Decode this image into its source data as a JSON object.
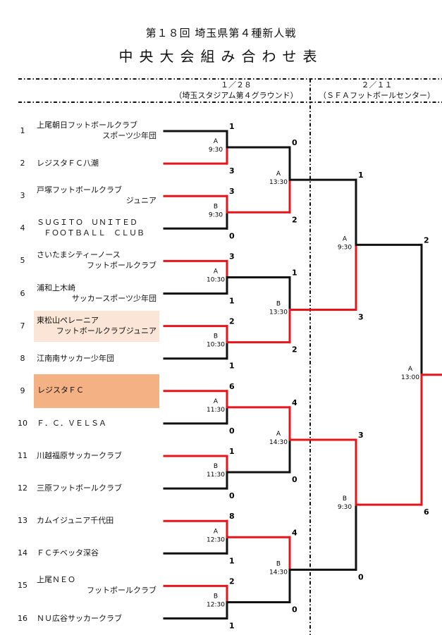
{
  "header": {
    "title": "第１８回 埼玉県第４種新人戦",
    "subtitle": "中央大会組み合わせ表",
    "day1": {
      "date": "１／２８",
      "venue": "（埼玉スタジアム第４グラウンド）"
    },
    "day2": {
      "date": "２／１１",
      "venue": "（ＳＦＡフットボールセンター）"
    }
  },
  "teams": [
    {
      "no": "1",
      "line1": "上尾朝日フットボールクラブ",
      "line2": "スポーツ少年団"
    },
    {
      "no": "2",
      "line1": "レジスタＦＣ八潮",
      "line2": ""
    },
    {
      "no": "3",
      "line1": "戸塚フットボールクラブ",
      "line2": "ジュニア"
    },
    {
      "no": "4",
      "line1": "ＳＵＧＩＴＯ　ＵＮＩＴＥＤ",
      "line2": "ＦＯＯＴＢＡＬＬ　ＣＬＵＢ"
    },
    {
      "no": "5",
      "line1": "さいたまシティーノース",
      "line2": "フットボールクラブ"
    },
    {
      "no": "6",
      "line1": "浦和上木崎",
      "line2": "サッカースポーツ少年団"
    },
    {
      "no": "7",
      "line1": "東松山ペレーニア",
      "line2": "フットボールクラブジュニア"
    },
    {
      "no": "8",
      "line1": "江南南サッカー少年団",
      "line2": ""
    },
    {
      "no": "9",
      "line1": "レジスタＦＣ",
      "line2": ""
    },
    {
      "no": "10",
      "line1": "Ｆ．Ｃ．ＶＥＬＳＡ",
      "line2": ""
    },
    {
      "no": "11",
      "line1": "川越福原サッカークラブ",
      "line2": ""
    },
    {
      "no": "12",
      "line1": "三原フットボールクラブ",
      "line2": ""
    },
    {
      "no": "13",
      "line1": "カムイジュニア千代田",
      "line2": ""
    },
    {
      "no": "14",
      "line1": "ＦＣチベッタ深谷",
      "line2": ""
    },
    {
      "no": "15",
      "line1": "上尾ＮＥＯ",
      "line2": "フットボールクラブ"
    },
    {
      "no": "16",
      "line1": "ＮＵ広谷サッカークラブ",
      "line2": ""
    }
  ],
  "round1": [
    {
      "court": "A",
      "time": "9:30",
      "top": "1",
      "bottom": "3",
      "winner": "bottom"
    },
    {
      "court": "B",
      "time": "9:30",
      "top": "3",
      "bottom": "0",
      "winner": "top"
    },
    {
      "court": "A",
      "time": "10:30",
      "top": "3",
      "bottom": "1",
      "winner": "top"
    },
    {
      "court": "B",
      "time": "10:30",
      "top": "2",
      "bottom": "1",
      "winner": "top"
    },
    {
      "court": "A",
      "time": "11:30",
      "top": "6",
      "bottom": "0",
      "winner": "top"
    },
    {
      "court": "B",
      "time": "11:30",
      "top": "1",
      "bottom": "0",
      "winner": "top"
    },
    {
      "court": "A",
      "time": "12:30",
      "top": "8",
      "bottom": "1",
      "winner": "top"
    },
    {
      "court": "B",
      "time": "12:30",
      "top": "2",
      "bottom": "1",
      "winner": "top"
    }
  ],
  "round2": [
    {
      "court": "A",
      "time": "13:30",
      "top": "0",
      "bottom": "2",
      "winner": "bottom"
    },
    {
      "court": "B",
      "time": "13:30",
      "top": "1",
      "bottom": "2",
      "winner": "bottom"
    },
    {
      "court": "A",
      "time": "14:30",
      "top": "4",
      "bottom": "0",
      "winner": "top"
    },
    {
      "court": "B",
      "time": "14:30",
      "top": "4",
      "bottom": "0",
      "winner": "top"
    }
  ],
  "round3": [
    {
      "court": "A",
      "time": "9:30",
      "top": "1",
      "bottom": "3",
      "winner": "bottom"
    },
    {
      "court": "B",
      "time": "9:30",
      "top": "3",
      "bottom": "0",
      "winner": "top"
    }
  ],
  "final": {
    "court": "A",
    "time": "13:00",
    "top": "2",
    "bottom": "6",
    "winner": "bottom"
  },
  "colors": {
    "win": "#e8141b",
    "lose": "#111111",
    "highlight_light": "#fbe5d6",
    "highlight_dark": "#f4b183"
  },
  "highlighted_teams": {
    "light": "7",
    "dark": "9"
  }
}
